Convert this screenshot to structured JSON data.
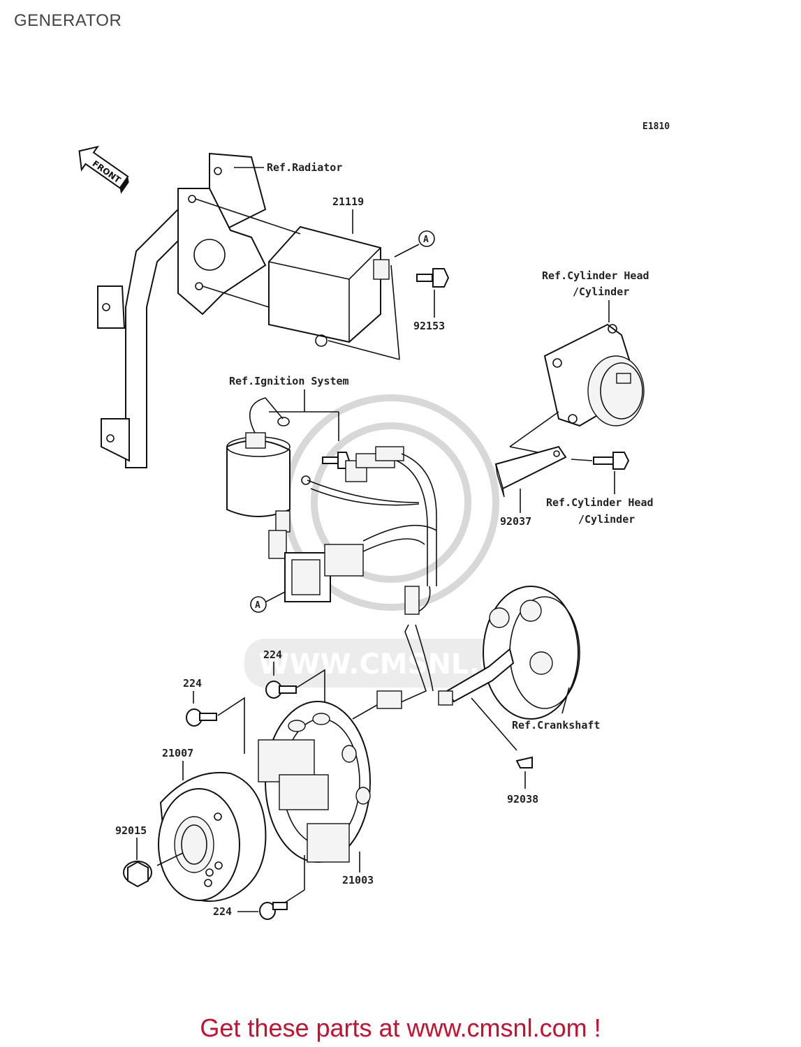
{
  "page": {
    "title": "GENERATOR",
    "diagram_code": "E1810"
  },
  "front_marker": "FRONT",
  "watermark": "WWW.CMSNL.COM",
  "labels": {
    "ref_radiator": "Ref.Radiator",
    "p21119": "21119",
    "ref_a_top": "A",
    "p92153": "92153",
    "ref_cyl_head_1a": "Ref.Cylinder Head",
    "ref_cyl_head_1b": "/Cylinder",
    "ref_ignition": "Ref.Ignition System",
    "ref_cyl_head_2a": "Ref.Cylinder Head",
    "ref_cyl_head_2b": "/Cylinder",
    "p92037": "92037",
    "ref_a_bottom": "A",
    "p224_a": "224",
    "p224_b": "224",
    "ref_crankshaft": "Ref.Crankshaft",
    "p21007": "21007",
    "p92038": "92038",
    "p92015": "92015",
    "p21003": "21003",
    "p224_c": "224"
  },
  "footer": {
    "text": "Get these parts at www.cmsnl.com !",
    "color": "#c8102e"
  }
}
